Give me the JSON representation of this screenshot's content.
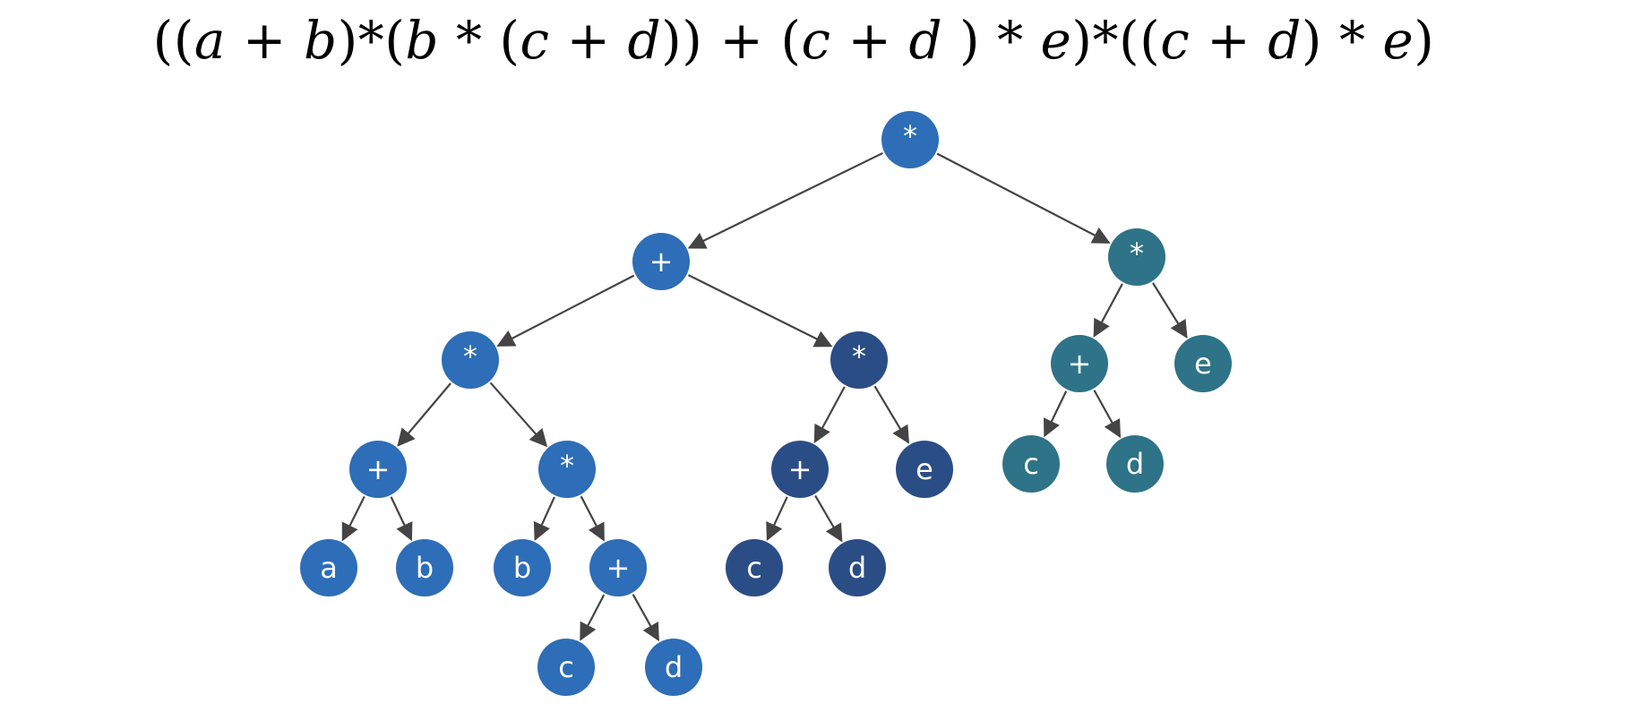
{
  "formula": [
    "((",
    "a",
    " + ",
    "b",
    ")*(",
    "b",
    " * (",
    "c",
    " + ",
    "d",
    ")) + (",
    "c",
    " + ",
    "d",
    " ) * ",
    "e",
    ")*((",
    "c",
    " + ",
    "d",
    ") * ",
    "e",
    ")"
  ],
  "formula_italic": [
    false,
    true,
    false,
    true,
    false,
    true,
    false,
    true,
    false,
    true,
    false,
    true,
    false,
    true,
    false,
    true,
    false,
    true,
    false,
    true,
    false,
    true,
    false
  ],
  "colors": {
    "blue": "#2e6db7",
    "navy": "#2b4d86",
    "teal": "#2e7387",
    "edge": "#444444"
  },
  "nodes": [
    {
      "id": "n0",
      "label": "*",
      "tone": "blue"
    },
    {
      "id": "n1",
      "label": "+",
      "tone": "blue"
    },
    {
      "id": "n2",
      "label": "*",
      "tone": "teal"
    },
    {
      "id": "n3",
      "label": "*",
      "tone": "blue"
    },
    {
      "id": "n4",
      "label": "*",
      "tone": "navy"
    },
    {
      "id": "n5",
      "label": "+",
      "tone": "teal"
    },
    {
      "id": "n6",
      "label": "e",
      "tone": "teal"
    },
    {
      "id": "n7",
      "label": "+",
      "tone": "blue"
    },
    {
      "id": "n8",
      "label": "*",
      "tone": "blue"
    },
    {
      "id": "n9",
      "label": "+",
      "tone": "navy"
    },
    {
      "id": "n10",
      "label": "e",
      "tone": "navy"
    },
    {
      "id": "n11",
      "label": "c",
      "tone": "teal"
    },
    {
      "id": "n12",
      "label": "d",
      "tone": "teal"
    },
    {
      "id": "n13",
      "label": "a",
      "tone": "blue"
    },
    {
      "id": "n14",
      "label": "b",
      "tone": "blue"
    },
    {
      "id": "n15",
      "label": "b",
      "tone": "blue"
    },
    {
      "id": "n16",
      "label": "+",
      "tone": "blue"
    },
    {
      "id": "n17",
      "label": "c",
      "tone": "navy"
    },
    {
      "id": "n18",
      "label": "d",
      "tone": "navy"
    },
    {
      "id": "n19",
      "label": "c",
      "tone": "blue"
    },
    {
      "id": "n20",
      "label": "d",
      "tone": "blue"
    }
  ],
  "edges": [
    [
      "n0",
      "n1"
    ],
    [
      "n0",
      "n2"
    ],
    [
      "n1",
      "n3"
    ],
    [
      "n1",
      "n4"
    ],
    [
      "n2",
      "n5"
    ],
    [
      "n2",
      "n6"
    ],
    [
      "n3",
      "n7"
    ],
    [
      "n3",
      "n8"
    ],
    [
      "n4",
      "n9"
    ],
    [
      "n4",
      "n10"
    ],
    [
      "n5",
      "n11"
    ],
    [
      "n5",
      "n12"
    ],
    [
      "n7",
      "n13"
    ],
    [
      "n7",
      "n14"
    ],
    [
      "n8",
      "n15"
    ],
    [
      "n8",
      "n16"
    ],
    [
      "n9",
      "n17"
    ],
    [
      "n9",
      "n18"
    ],
    [
      "n16",
      "n19"
    ],
    [
      "n16",
      "n20"
    ]
  ]
}
